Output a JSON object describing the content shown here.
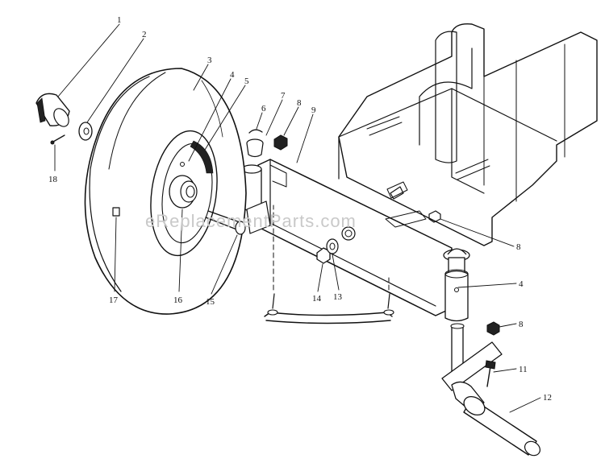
{
  "watermark": "eReplacementParts.com",
  "callouts": [
    {
      "id": "c1",
      "text": "1"
    },
    {
      "id": "c2",
      "text": "2"
    },
    {
      "id": "c3",
      "text": "3"
    },
    {
      "id": "c4a",
      "text": "4"
    },
    {
      "id": "c5",
      "text": "5"
    },
    {
      "id": "c6",
      "text": "6"
    },
    {
      "id": "c7",
      "text": "7"
    },
    {
      "id": "c8a",
      "text": "8"
    },
    {
      "id": "c9",
      "text": "9"
    },
    {
      "id": "c18",
      "text": "18"
    },
    {
      "id": "c17",
      "text": "17"
    },
    {
      "id": "c16",
      "text": "16"
    },
    {
      "id": "c15",
      "text": "15"
    },
    {
      "id": "c14",
      "text": "14"
    },
    {
      "id": "c13",
      "text": "13"
    },
    {
      "id": "c8b",
      "text": "8"
    },
    {
      "id": "c4b",
      "text": "4"
    },
    {
      "id": "c8c",
      "text": "8"
    },
    {
      "id": "c11",
      "text": "11"
    },
    {
      "id": "c12",
      "text": "12"
    }
  ],
  "colors": {
    "ink": "#111111",
    "paper": "#ffffff",
    "watermark": "#c9c9c9"
  }
}
